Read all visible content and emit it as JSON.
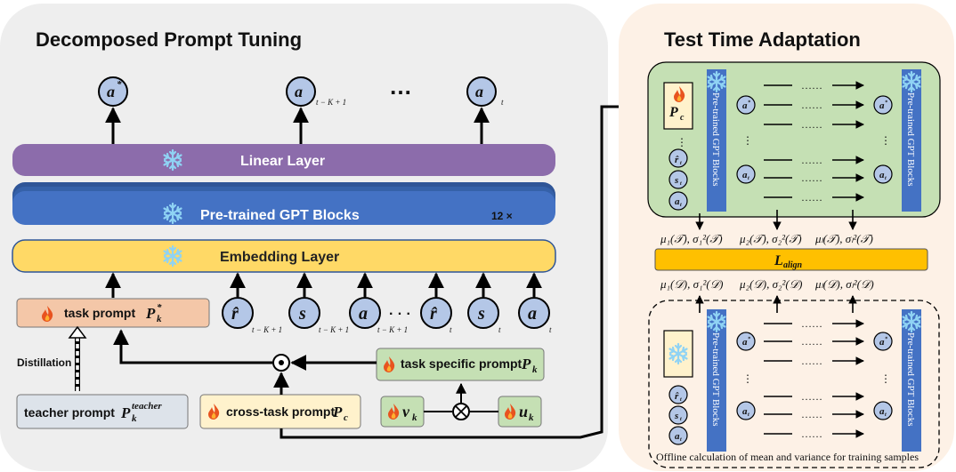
{
  "left_panel": {
    "title": "Decomposed Prompt Tuning",
    "outputs": [
      {
        "sym": "a",
        "sup": "*",
        "sub": ""
      },
      {
        "sym": "a",
        "sup": "",
        "sub": "t − K + 1"
      },
      {
        "sym": "a",
        "sup": "",
        "sub": "t"
      }
    ],
    "output_dots": "…",
    "linear_layer": "Linear Layer",
    "gpt_blocks": "Pre-trained GPT Blocks",
    "repeat": "12 ×",
    "embedding_layer": "Embedding Layer",
    "task_prompt": "task prompt",
    "task_prompt_sym": "P",
    "task_prompt_sub": "k",
    "task_prompt_sup": "*",
    "distillation": "Distillation",
    "teacher_prompt": "teacher prompt",
    "teacher_sym": "P",
    "teacher_sub": "k",
    "teacher_sup": "teacher",
    "cross_task_prompt": "cross-task prompt",
    "cross_sym": "P",
    "cross_sub": "c",
    "task_specific_prompt": "task specific prompt",
    "ts_sym": "P",
    "ts_sub": "k",
    "vk_sym": "v",
    "vk_sub": "k",
    "uk_sym": "u",
    "uk_sub": "k",
    "tokens": [
      {
        "sym": "r̂",
        "sub": "t − K + 1"
      },
      {
        "sym": "s",
        "sub": "t − K + 1"
      },
      {
        "sym": "a",
        "sub": "t − K + 1"
      },
      {
        "sym": "r̂",
        "sub": "t"
      },
      {
        "sym": "s",
        "sub": "t"
      },
      {
        "sym": "a",
        "sub": "t"
      }
    ],
    "token_dots": "· · ·"
  },
  "right_panel": {
    "title": "Test Time Adaptation",
    "prompt_sym": "P",
    "prompt_sub": "c",
    "gpt_blocks_vertical": "Pre-trained GPT Blocks",
    "inner_dots": "……",
    "vdots": "⋮",
    "top_stats": [
      "μ₁(𝒯), σ₁²(𝒯)",
      "μ₂(𝒯), σ₂²(𝒯)",
      "μₗ(𝒯), σₗ²(𝒯)"
    ],
    "loss_sym": "L",
    "loss_sub": "align",
    "bottom_stats": [
      "μ₁(𝒟), σ₁²(𝒟)",
      "μ₂(𝒟), σ₂²(𝒟)",
      "μₗ(𝒟), σₗ²(𝒟)"
    ],
    "offline_caption": "Offline calculation of mean and variance for training samples",
    "in_tokens": [
      {
        "sym": "r̂",
        "sub": "t"
      },
      {
        "sym": "s",
        "sub": "t"
      },
      {
        "sym": "a",
        "sub": "t"
      }
    ],
    "out_top": {
      "sym": "a",
      "sup": "*"
    },
    "out_bottom": {
      "sym": "a",
      "sub": "t"
    }
  },
  "colors": {
    "left_bg": "#eeeeee",
    "right_bg": "#fdf1e6",
    "linear": "#8c6cab",
    "gpt": "#4472c4",
    "embedding": "#ffd966",
    "task_prompt": "#f4c7a8",
    "teacher": "#dde3ea",
    "cross": "#fff2cc",
    "green": "#c5e0b4",
    "loss": "#ffc000",
    "circle": "#b4c7e7",
    "flame": "#e8531f"
  }
}
